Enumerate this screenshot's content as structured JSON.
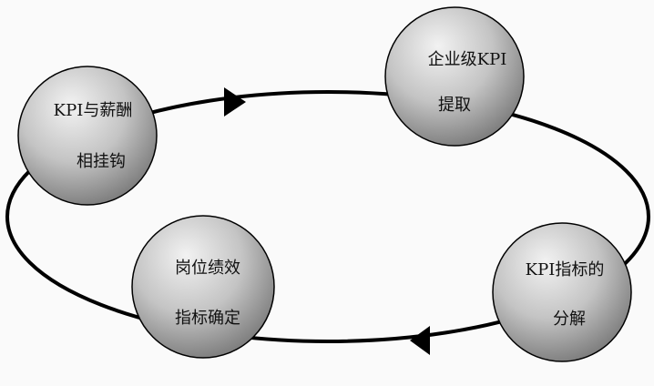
{
  "diagram": {
    "type": "cycle",
    "nodes": [
      {
        "id": "kpi-salary",
        "lines": [
          "KPI与薪酬",
          "相挂钩"
        ]
      },
      {
        "id": "enterprise-kpi",
        "lines": [
          "企业级KPI",
          "提取"
        ]
      },
      {
        "id": "kpi-decompose",
        "lines": [
          "KPI指标的",
          "分解"
        ]
      },
      {
        "id": "position-kpi",
        "lines": [
          "岗位绩效",
          "指标确定"
        ]
      }
    ],
    "flow": [
      "kpi-salary",
      "enterprise-kpi",
      "kpi-decompose",
      "position-kpi"
    ],
    "colors": {
      "node_highlight": "#f2f2f2",
      "node_mid": "#c4c4c4",
      "node_shadow": "#7e7e7e",
      "stroke": "#000000",
      "text": "#111111"
    }
  }
}
